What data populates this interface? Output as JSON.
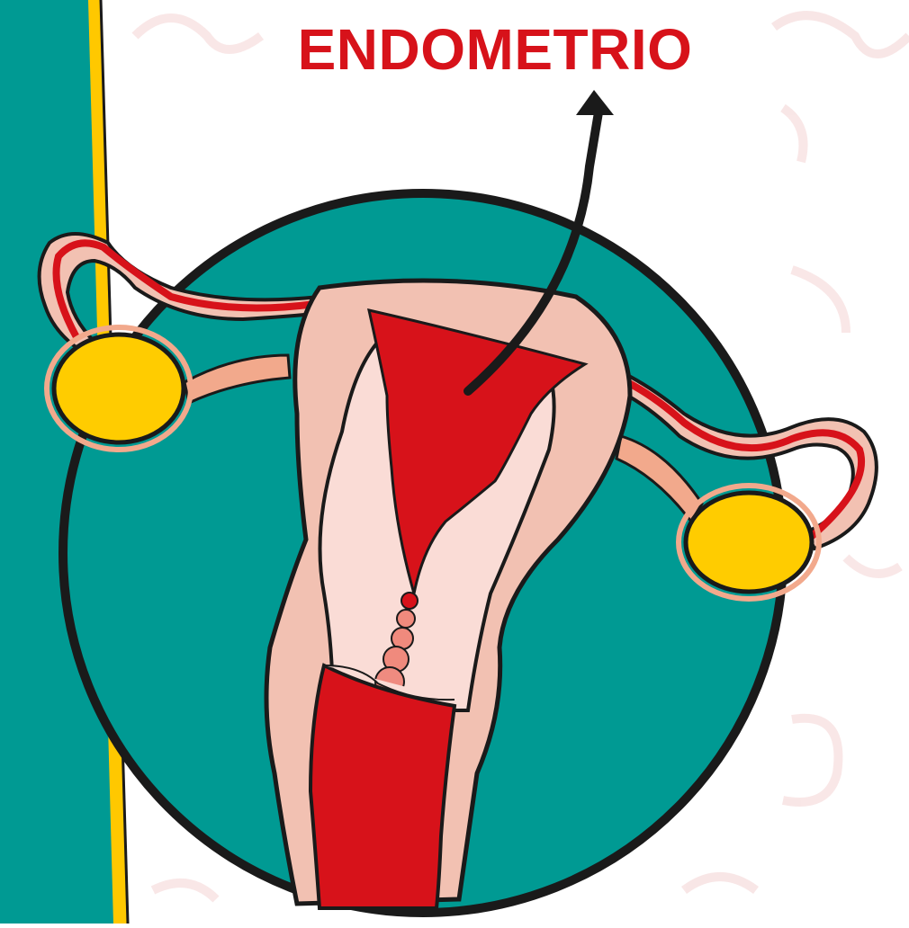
{
  "title": "ENDOMETRIO",
  "colors": {
    "teal": "#009a93",
    "yellow_stripe": "#ffc800",
    "red": "#d7121a",
    "tissue_pink": "#f2c1b2",
    "light_pink": "#fadcd6",
    "ovary_yellow": "#ffcc00",
    "outline": "#1a1a1a"
  },
  "diagram": {
    "subject": "uterus-with-ovaries",
    "labeled_part": "endometrium",
    "icons": [
      "arrow-up-icon"
    ]
  }
}
